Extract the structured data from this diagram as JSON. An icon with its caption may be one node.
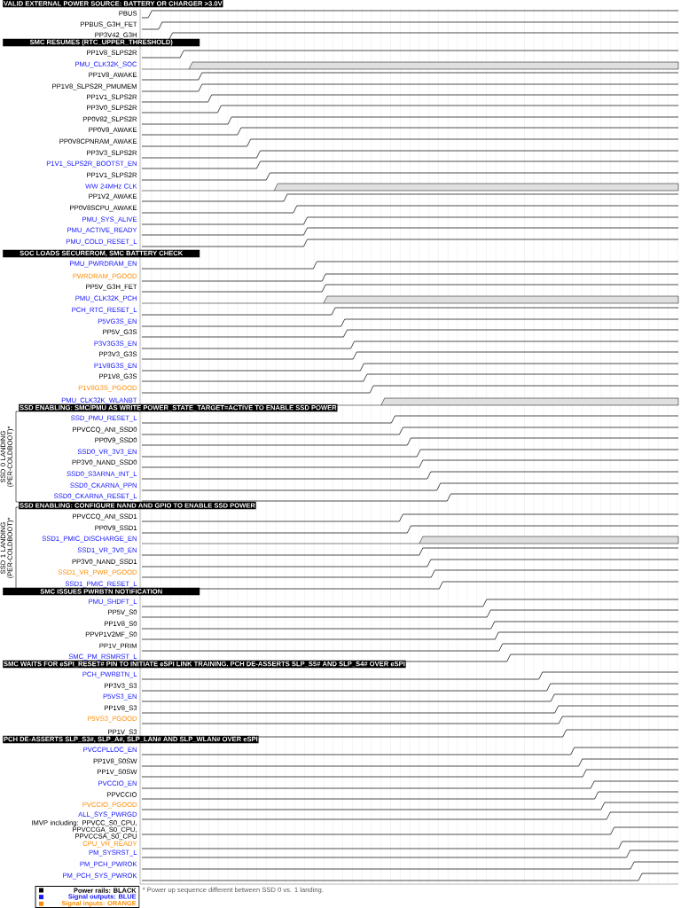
{
  "diagram": {
    "nodes": [
      {
        "text": [
          "VALID EXTERNAL POWER SOURCE: BATTERY OR CHARGER >3.0V"
        ]
      },
      {
        "text": [
          "SMC RESUMES (RTC_UPPER_THRESHOLD)"
        ]
      },
      {
        "text": [
          "SOC LOADS SECUREROM, SMC BATTERY CHECK"
        ]
      },
      {
        "text": [
          "SSD ENABLING: SMC/PMU AS WRITE POWER_STATE_TARGET=ACTIVE TO ENABLE SSD POWER"
        ]
      },
      {
        "text": [
          "SSD ENABLING: CONFIGURE NAND AND GPIO TO ENABLE SSD POWER"
        ]
      },
      {
        "text": [
          "SMC ISSUES PWRBTN NOTIFICATION"
        ]
      },
      {
        "text": [
          "SMC WAITS FOR eSPI_RESET# PIN TO INITIATE eSPI LINK TRAINING. PCH DE-ASSERTS SLP_S5# AND SLP_S4# OVER eSPI"
        ]
      },
      {
        "text": [
          "PCH DE-ASSERTS SLP_S3#, SLP_A#, SLP_LAN# AND SLP_WLAN# OVER eSPI"
        ]
      }
    ],
    "labels": [
      "PBUS",
      "PPBUS_G3H_FET",
      "PP3V42_G3H",
      "PP1V8_SLPS2R",
      "PMU_CLK32K_SOC",
      "PP1V8_AWAKE",
      "PP1V8_SLPS2R_PMUMEM",
      "PP1V1_SLPS2R",
      "PP3V0_SLPS2R",
      "PP0V82_SLPS2R",
      "PP0V8_AWAKE",
      "PP0V8CPNRAM_AWAKE",
      "PP3V3_SLPS2R",
      "P1V1_SLPS2R_BOOTST_EN",
      "PP1V1_SLPS2R",
      "WW 24MHz CLK",
      "PP1V2_AWAKE",
      "PP0V8SCPU_AWAKE",
      "PMU_SYS_ALIVE",
      "PMU_ACTIVE_READY",
      "PMU_COLD_RESET_L",
      "PMU_PWRDRAM_EN",
      "PWRDRAM_PGOOD",
      "PP5V_G3H_FET",
      "PMU_CLK32K_PCH",
      "PCH_RTC_RESET_L",
      "P5VG3S_EN",
      "PP5V_G3S",
      "P3V3G3S_EN",
      "PP3V3_G3S",
      "P1V8G3S_EN",
      "PP1V8_G3S",
      "P1V8G3S_PGOOD",
      "PMU_CLK32K_WLANBT",
      "SSD_PMU_RESET_L",
      "PPVCCQ_ANI_SSD0",
      "PP0V9_SSD0",
      "SSD0_VR_3V3_EN",
      "PP3V0_NAND_SSD0",
      "SSD0_S3ARNA_INT_L",
      "SSD0_CKARNA_PPN",
      "SSD0_CKARNA_RESET_L",
      "PPVCCQ_ANI_SSD1",
      "PP0V9_SSD1",
      "SSD1_PMIC_DISCHARGE_EN",
      "SSD1_VR_3V0_EN",
      "PP3V0_NAND_SSD1",
      "SSD1_VR_PWR_PGOOD",
      "SSD1_PMIC_RESET_L",
      "PMU_SHDFT_L",
      "PP5V_S0",
      "PP1V8_S0",
      "PPVP1V2MF_S0",
      "PP1V_PRIM",
      "SMC_PM_RSMRST_L",
      "PCH_PWRBTN_L",
      "PP3V3_S3",
      "P5VS3_EN",
      "PP1V8_S3",
      "P5VS3_PGOOD",
      "PP1V_S3",
      "PVCCPLLOC_EN",
      "PP1V8_S0SW",
      "PP1V_S0SW",
      "PVCCIO_EN",
      "PPVCCIO",
      "PVCCIO_PGOOD",
      "ALL_SYS_PWRGD",
      "IMVP including: PPVCC_S0_CPU, PPVCCGA_S0_CPU, PPVCCSA_S0_CPU",
      "CPU_VR_READY",
      "PM_SYSRST_L",
      "PM_PCH_PWROK",
      "PM_PCH_SYS_PWROK",
      "SSD 0 LANDING (PER-COLDBOOT)*",
      "SSD 1 LANDING (PER-COLDBOOT)*",
      "* Power up sequence different between SSD 0 vs. 1 landing."
    ],
    "legend": [
      {
        "text": "Power rails: BLACK",
        "color": "#000000"
      },
      {
        "text": "Signal outputs: BLUE",
        "color": "#1a1aff"
      },
      {
        "text": "Signal inputs: ORANGE",
        "color": "#ff8c00"
      }
    ]
  }
}
